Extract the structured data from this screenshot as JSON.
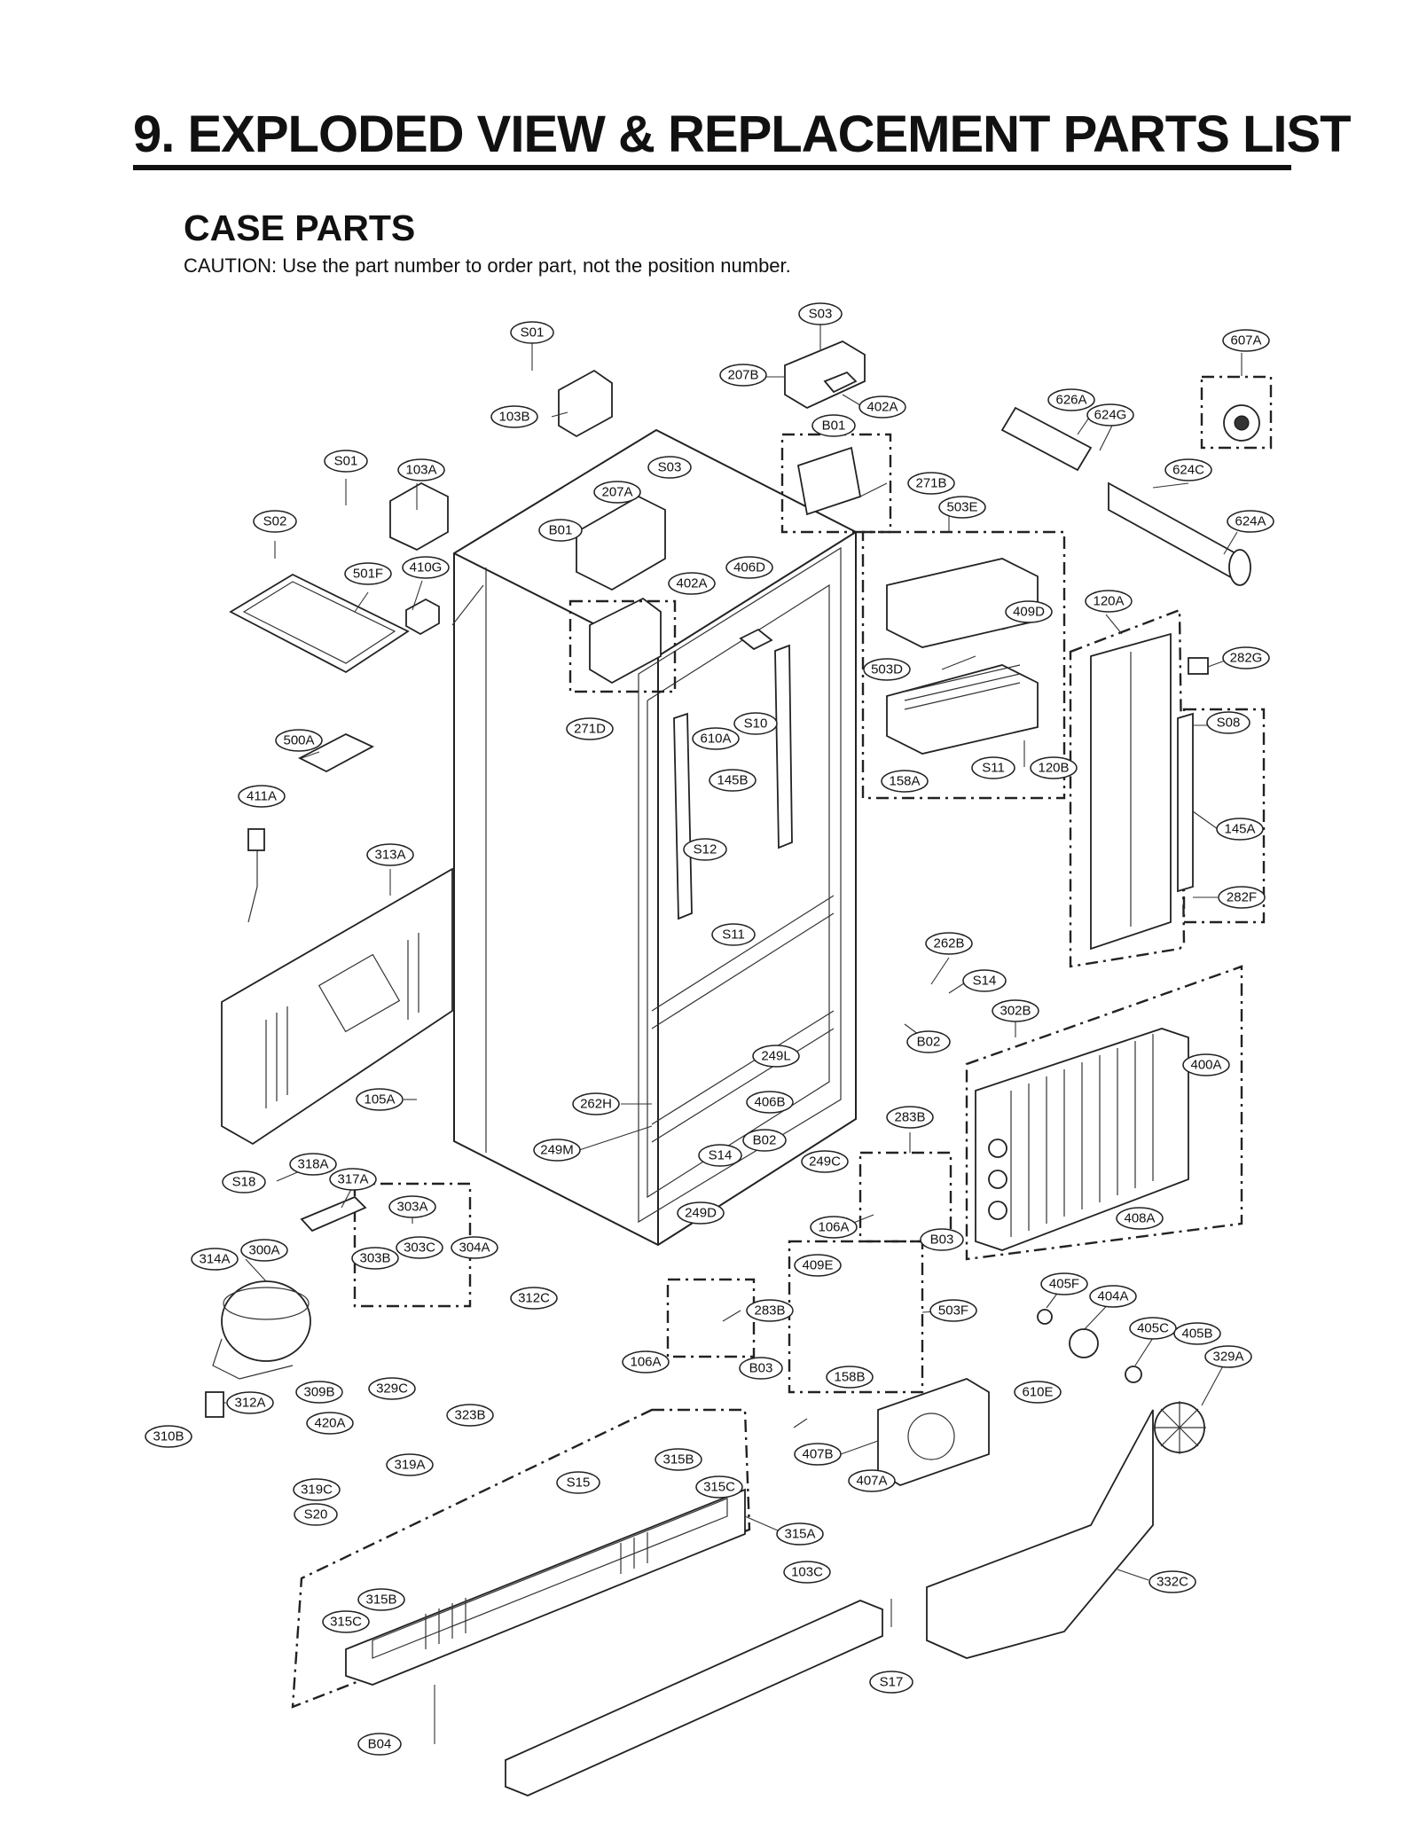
{
  "header": {
    "title": "9. EXPLODED VIEW & REPLACEMENT PARTS LIST",
    "section": "CASE PARTS",
    "caution": "CAUTION: Use the part number to order part, not the position number."
  },
  "callouts": [
    {
      "id": "c-S01-a",
      "label": "S01"
    },
    {
      "id": "c-S03-a",
      "label": "S03"
    },
    {
      "id": "c-607A",
      "label": "607A"
    },
    {
      "id": "c-207B",
      "label": "207B"
    },
    {
      "id": "c-402A-a",
      "label": "402A"
    },
    {
      "id": "c-103B",
      "label": "103B"
    },
    {
      "id": "c-B01-a",
      "label": "B01"
    },
    {
      "id": "c-626A",
      "label": "626A"
    },
    {
      "id": "c-624G",
      "label": "624G"
    },
    {
      "id": "c-S01-b",
      "label": "S01"
    },
    {
      "id": "c-103A",
      "label": "103A"
    },
    {
      "id": "c-S03-b",
      "label": "S03"
    },
    {
      "id": "c-624C",
      "label": "624C"
    },
    {
      "id": "c-207A",
      "label": "207A"
    },
    {
      "id": "c-271B",
      "label": "271B"
    },
    {
      "id": "c-S02",
      "label": "S02"
    },
    {
      "id": "c-B01-b",
      "label": "B01"
    },
    {
      "id": "c-503E",
      "label": "503E"
    },
    {
      "id": "c-624A",
      "label": "624A"
    },
    {
      "id": "c-501F",
      "label": "501F"
    },
    {
      "id": "c-410G",
      "label": "410G"
    },
    {
      "id": "c-406D",
      "label": "406D"
    },
    {
      "id": "c-402A-b",
      "label": "402A"
    },
    {
      "id": "c-120A",
      "label": "120A"
    },
    {
      "id": "c-409D",
      "label": "409D"
    },
    {
      "id": "c-282G",
      "label": "282G"
    },
    {
      "id": "c-503D",
      "label": "503D"
    },
    {
      "id": "c-S08",
      "label": "S08"
    },
    {
      "id": "c-S10",
      "label": "S10"
    },
    {
      "id": "c-271D",
      "label": "271D"
    },
    {
      "id": "c-500A",
      "label": "500A"
    },
    {
      "id": "c-610A",
      "label": "610A"
    },
    {
      "id": "c-S11-a",
      "label": "S11"
    },
    {
      "id": "c-120B",
      "label": "120B"
    },
    {
      "id": "c-145B",
      "label": "145B"
    },
    {
      "id": "c-158A",
      "label": "158A"
    },
    {
      "id": "c-411A",
      "label": "411A"
    },
    {
      "id": "c-145A",
      "label": "145A"
    },
    {
      "id": "c-S12",
      "label": "S12"
    },
    {
      "id": "c-313A",
      "label": "313A"
    },
    {
      "id": "c-282F",
      "label": "282F"
    },
    {
      "id": "c-S11-b",
      "label": "S11"
    },
    {
      "id": "c-262B",
      "label": "262B"
    },
    {
      "id": "c-S14-a",
      "label": "S14"
    },
    {
      "id": "c-302B",
      "label": "302B"
    },
    {
      "id": "c-B02-a",
      "label": "B02"
    },
    {
      "id": "c-249L",
      "label": "249L"
    },
    {
      "id": "c-400A",
      "label": "400A"
    },
    {
      "id": "c-105A",
      "label": "105A"
    },
    {
      "id": "c-262H",
      "label": "262H"
    },
    {
      "id": "c-406B",
      "label": "406B"
    },
    {
      "id": "c-283B-a",
      "label": "283B"
    },
    {
      "id": "c-249M",
      "label": "249M"
    },
    {
      "id": "c-B02-b",
      "label": "B02"
    },
    {
      "id": "c-S14-b",
      "label": "S14"
    },
    {
      "id": "c-249C",
      "label": "249C"
    },
    {
      "id": "c-318A",
      "label": "318A"
    },
    {
      "id": "c-S18",
      "label": "S18"
    },
    {
      "id": "c-317A",
      "label": "317A"
    },
    {
      "id": "c-303A",
      "label": "303A"
    },
    {
      "id": "c-249D",
      "label": "249D"
    },
    {
      "id": "c-106A-a",
      "label": "106A"
    },
    {
      "id": "c-B03-a",
      "label": "B03"
    },
    {
      "id": "c-408A",
      "label": "408A"
    },
    {
      "id": "c-300A",
      "label": "300A"
    },
    {
      "id": "c-303B",
      "label": "303B"
    },
    {
      "id": "c-303C",
      "label": "303C"
    },
    {
      "id": "c-304A",
      "label": "304A"
    },
    {
      "id": "c-314A",
      "label": "314A"
    },
    {
      "id": "c-409E",
      "label": "409E"
    },
    {
      "id": "c-405F",
      "label": "405F"
    },
    {
      "id": "c-404A",
      "label": "404A"
    },
    {
      "id": "c-312C",
      "label": "312C"
    },
    {
      "id": "c-283B-b",
      "label": "283B"
    },
    {
      "id": "c-503F",
      "label": "503F"
    },
    {
      "id": "c-405C",
      "label": "405C"
    },
    {
      "id": "c-405B",
      "label": "405B"
    },
    {
      "id": "c-329A",
      "label": "329A"
    },
    {
      "id": "c-106A-b",
      "label": "106A"
    },
    {
      "id": "c-B03-b",
      "label": "B03"
    },
    {
      "id": "c-158B",
      "label": "158B"
    },
    {
      "id": "c-309B",
      "label": "309B"
    },
    {
      "id": "c-329C",
      "label": "329C"
    },
    {
      "id": "c-610E",
      "label": "610E"
    },
    {
      "id": "c-312A",
      "label": "312A"
    },
    {
      "id": "c-323B",
      "label": "323B"
    },
    {
      "id": "c-420A",
      "label": "420A"
    },
    {
      "id": "c-310B",
      "label": "310B"
    },
    {
      "id": "c-407B",
      "label": "407B"
    },
    {
      "id": "c-315B-a",
      "label": "315B"
    },
    {
      "id": "c-319A",
      "label": "319A"
    },
    {
      "id": "c-S15",
      "label": "S15"
    },
    {
      "id": "c-315C-a",
      "label": "315C"
    },
    {
      "id": "c-407A",
      "label": "407A"
    },
    {
      "id": "c-319C",
      "label": "319C"
    },
    {
      "id": "c-S20",
      "label": "S20"
    },
    {
      "id": "c-315A",
      "label": "315A"
    },
    {
      "id": "c-332C",
      "label": "332C"
    },
    {
      "id": "c-103C",
      "label": "103C"
    },
    {
      "id": "c-315B-b",
      "label": "315B"
    },
    {
      "id": "c-315C-b",
      "label": "315C"
    },
    {
      "id": "c-S17",
      "label": "S17"
    },
    {
      "id": "c-B04",
      "label": "B04"
    }
  ]
}
